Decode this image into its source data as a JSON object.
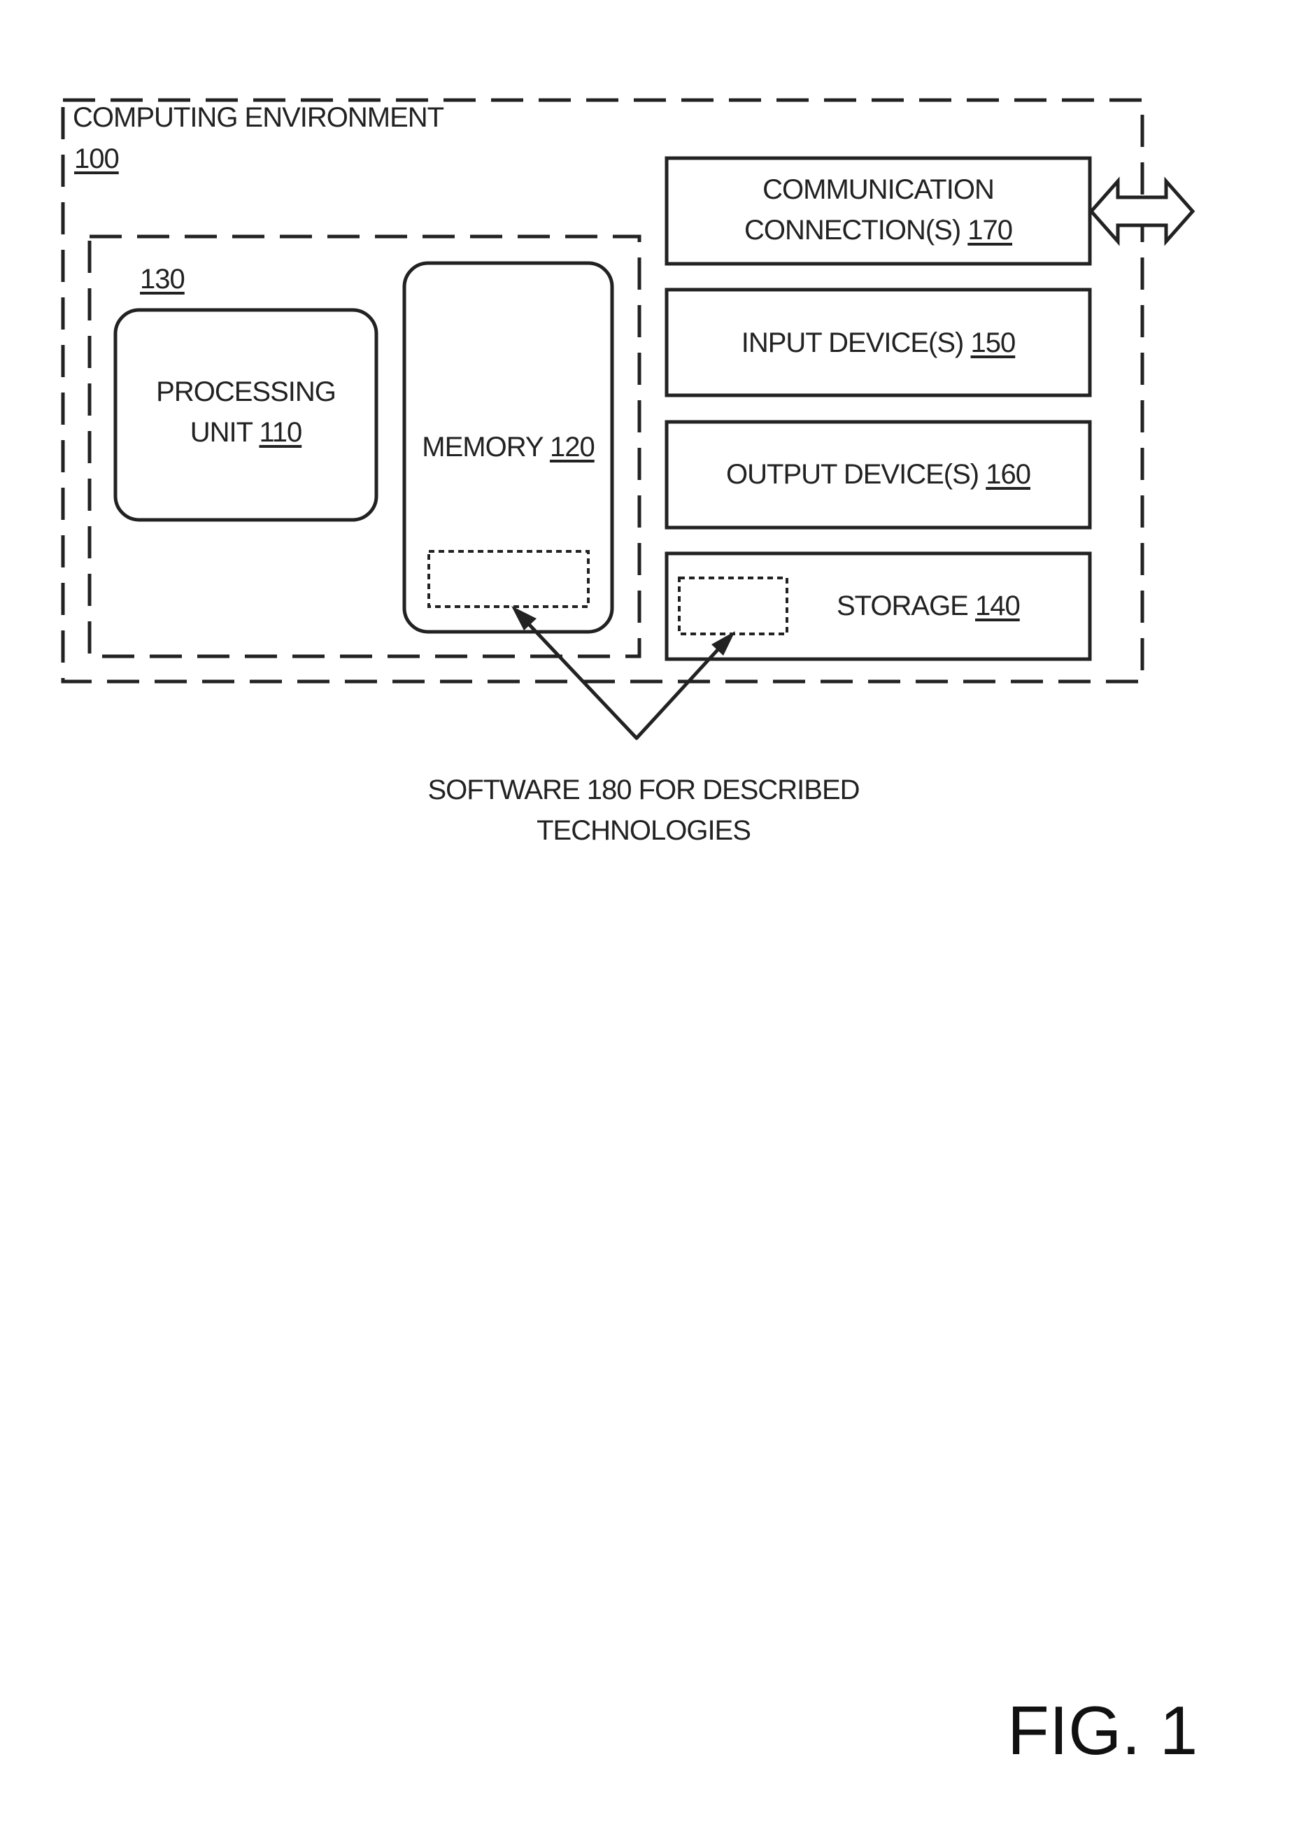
{
  "environment": {
    "title": "COMPUTING ENVIRONMENT",
    "ref": "100"
  },
  "core_group": {
    "ref": "130"
  },
  "processing_unit": {
    "line1": "PROCESSING",
    "line2": "UNIT",
    "ref": "110"
  },
  "memory": {
    "label": "MEMORY",
    "ref": "120"
  },
  "communication": {
    "line1": "COMMUNICATION",
    "line2": "CONNECTION(S)",
    "ref": "170"
  },
  "input_device": {
    "label": "INPUT DEVICE(S)",
    "ref": "150"
  },
  "output_device": {
    "label": "OUTPUT DEVICE(S)",
    "ref": "160"
  },
  "storage": {
    "label": "STORAGE",
    "ref": "140"
  },
  "software": {
    "line1": "SOFTWARE 180 FOR DESCRIBED",
    "line2": "TECHNOLOGIES"
  },
  "figure": {
    "label": "FIG. 1"
  }
}
